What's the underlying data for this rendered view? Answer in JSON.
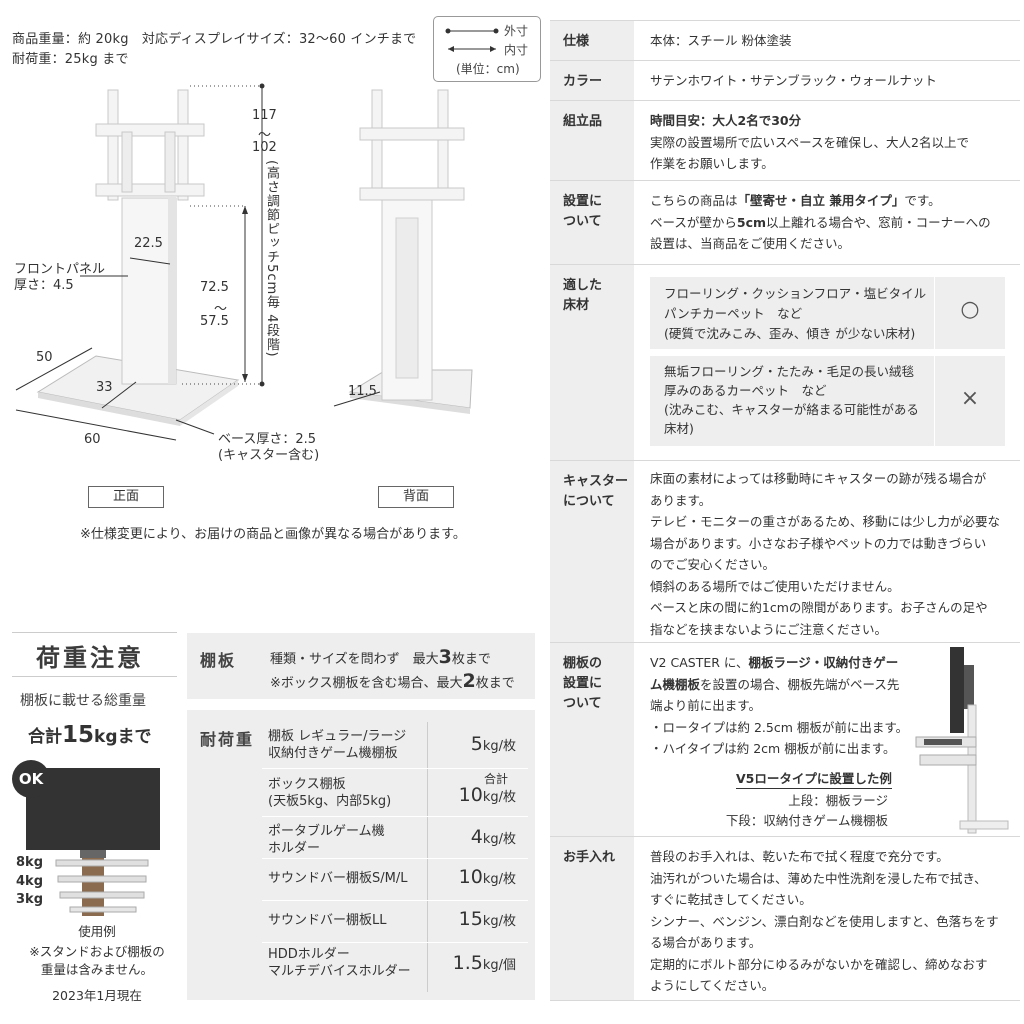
{
  "top_left": {
    "weight_line": "商品重量：約 20kg　対応ディスプレイサイズ：32～60 インチまで",
    "load_line": "耐荷重：25kg まで",
    "legend": {
      "outer": "外寸",
      "inner": "内寸",
      "unit": "(単位：cm)"
    },
    "dims": {
      "h_top": "117",
      "tilde1": "～",
      "h_bottom": "102",
      "pitch_note": "(高さ調節ピッチ5cm毎 4段階)",
      "panel_w": "22.5",
      "panel_label": "フロントパネル",
      "panel_thick": "厚さ：4.5",
      "h2_top": "72.5",
      "tilde2": "～",
      "h2_bottom": "57.5",
      "depth": "50",
      "inner_depth": "33",
      "width": "60",
      "base_label": "ベース厚さ：2.5",
      "base_sub": "(キャスター含む)",
      "back_depth": "11.5"
    },
    "front_label": "正面",
    "back_label": "背面",
    "notice": "※仕様変更により、お届けの商品と画像が異なる場合があります。"
  },
  "load_panel": {
    "title": "荷重注意",
    "sub": "棚板に載せる総重量",
    "total_prefix": "合計",
    "total_num": "15",
    "total_suffix": "kgまで",
    "ok": "OK",
    "shelf_kgs": [
      "8kg",
      "4kg",
      "3kg"
    ],
    "example": "使用例",
    "example_note1": "※スタンドおよび棚板の",
    "example_note2": "重量は含みません。",
    "date": "2023年1月現在",
    "shelf_header": "棚板",
    "shelf_line1_a": "種類・サイズを問わず　最大",
    "shelf_line1_num": "3",
    "shelf_line1_b": "枚まで",
    "shelf_line2_a": "※ボックス棚板を含む場合、最大",
    "shelf_line2_num": "2",
    "shelf_line2_b": "枚まで",
    "capacity_header": "耐荷重",
    "capacity_rows": [
      {
        "name1": "棚板 レギュラー/ラージ",
        "name2": "収納付きゲーム機棚板",
        "num": "5",
        "unit": "kg/枚",
        "pre": ""
      },
      {
        "name1": "ボックス棚板",
        "name2": "(天板5kg、内部5kg)",
        "num": "10",
        "unit": "kg/枚",
        "pre": "合計"
      },
      {
        "name1": "ポータブルゲーム機",
        "name2": "ホルダー",
        "num": "4",
        "unit": "kg/枚",
        "pre": ""
      },
      {
        "name1": "サウンドバー棚板S/M/L",
        "name2": "",
        "num": "10",
        "unit": "kg/枚",
        "pre": ""
      },
      {
        "name1": "サウンドバー棚板LL",
        "name2": "",
        "num": "15",
        "unit": "kg/枚",
        "pre": ""
      },
      {
        "name1": "HDDホルダー",
        "name2": "マルチデバイスホルダー",
        "num": "1.5",
        "unit": "kg/個",
        "pre": ""
      }
    ]
  },
  "spec": {
    "material_label": "仕様",
    "material": "本体：スチール 粉体塗装",
    "color_label": "カラー",
    "color": "サテンホワイト・サテンブラック・ウォールナット",
    "assembly_label": "組立品",
    "assembly_l1": "時間目安：大人2名で30分",
    "assembly_l2": "実際の設置場所で広いスペースを確保し、大人2名以上で",
    "assembly_l3": "作業をお願いします。",
    "install_label1": "設置に",
    "install_label2": "ついて",
    "install_l1a": "こちらの商品は",
    "install_l1b": "「壁寄せ・自立 兼用タイプ」",
    "install_l1c": "です。",
    "install_l2a": "ベースが壁から",
    "install_l2b": "5cm",
    "install_l2c": "以上離れる場合や、窓前・コーナーへの",
    "install_l3": "設置は、当商品をご使用ください。",
    "floor_label1": "適した",
    "floor_label2": "床材",
    "floor_ok_l1": "フローリング・クッションフロア・塩ビタイル",
    "floor_ok_l2": "パンチカーペット　など",
    "floor_ok_l3": "(硬質で沈みこみ、歪み、傾き が少ない床材)",
    "floor_ok_symbol": "○",
    "floor_ng_l1": "無垢フローリング・たたみ・毛足の長い絨毯",
    "floor_ng_l2": "厚みのあるカーペット　など",
    "floor_ng_l3": "(沈みこむ、キャスターが絡まる可能性がある",
    "floor_ng_l4": "床材)",
    "floor_ng_symbol": "×",
    "caster_label1": "キャスター",
    "caster_label2": "について",
    "caster_lines": [
      "床面の素材によっては移動時にキャスターの跡が残る場合が",
      "あります。",
      "テレビ・モニターの重さがあるため、移動には少し力が必要な",
      "場合があります。小さなお子様やペットの力では動きづらい",
      "のでご安心ください。",
      "傾斜のある場所ではご使用いただけません。",
      "ベースと床の間に約1cmの隙間があります。お子さんの足や",
      "指などを挟まないようにご注意ください。"
    ],
    "shelf_label1": "棚板の",
    "shelf_label2": "設置に",
    "shelf_label3": "ついて",
    "shelf_l1a": "V2 CASTER に、",
    "shelf_l1b": "棚板ラージ・収納付きゲー",
    "shelf_l2a": "ム機棚板",
    "shelf_l2b": "を設置の場合、棚板先端がベース先",
    "shelf_l3": "端より前に出ます。",
    "shelf_l4": "・ロータイプは約 2.5cm 棚板が前に出ます。",
    "shelf_l5": "・ハイタイプは約 2cm 棚板が前に出ます。",
    "shelf_example": "V5ロータイプに設置した例",
    "shelf_upper": "上段：棚板ラージ",
    "shelf_lower": "下段：収納付きゲーム機棚板",
    "care_label": "お手入れ",
    "care_lines": [
      "普段のお手入れは、乾いた布で拭く程度で充分です。",
      "油汚れがついた場合は、薄めた中性洗剤を浸した布で拭き、",
      "すぐに乾拭きしてください。",
      "シンナー、ベンジン、漂白剤などを使用しますと、色落ちをす",
      "る場合があります。",
      "定期的にボルト部分にゆるみがないかを確認し、締めなおす",
      "ようにしてください。"
    ]
  }
}
